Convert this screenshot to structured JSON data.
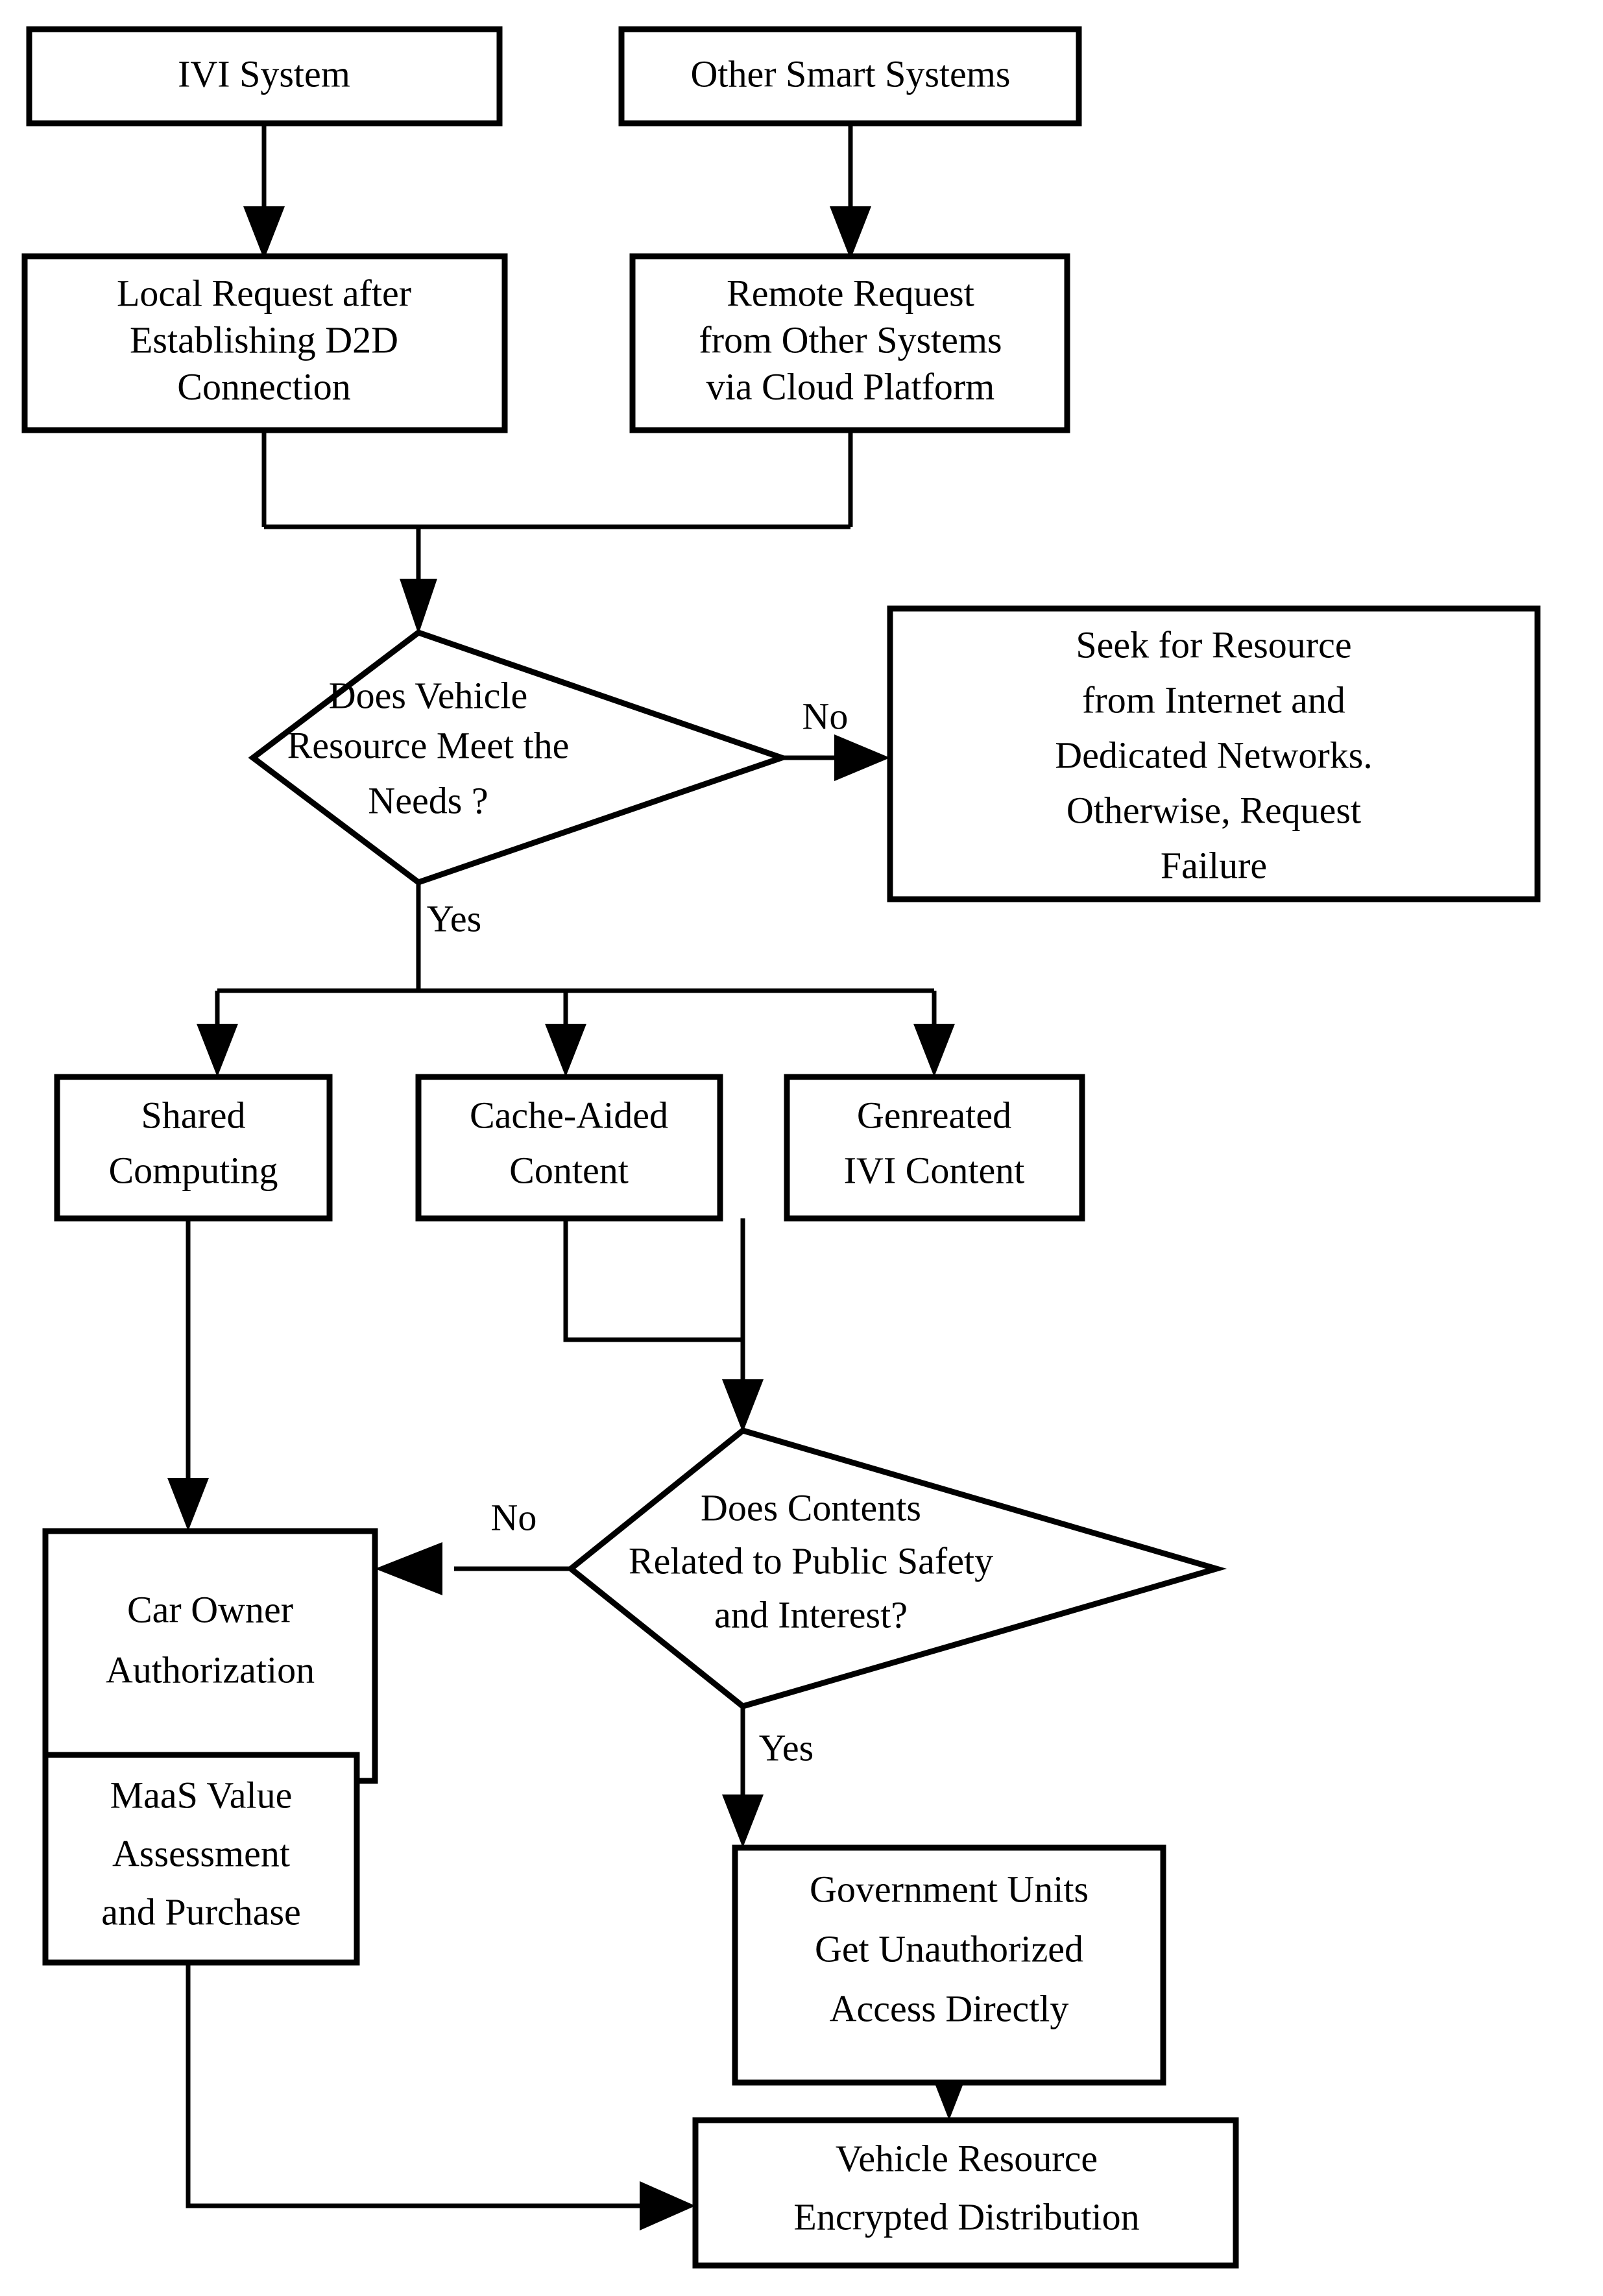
{
  "diagram": {
    "type": "flowchart",
    "title": "",
    "orientation": "top-to-bottom",
    "background_color": "#ffffff",
    "line_color": "#000000",
    "node_fill": "#ffffff",
    "nodes": [
      {
        "id": "ivi_system",
        "shape": "rectangle",
        "lines": [
          "IVI System"
        ]
      },
      {
        "id": "other_smart_systems",
        "shape": "rectangle",
        "lines": [
          "Other Smart Systems"
        ]
      },
      {
        "id": "local_request",
        "shape": "rectangle",
        "lines": [
          "Local Request after",
          "Establishing D2D",
          "Connection"
        ]
      },
      {
        "id": "remote_request",
        "shape": "rectangle",
        "lines": [
          "Remote Request",
          "from Other Systems",
          "via Cloud Platform"
        ]
      },
      {
        "id": "vehicle_resource_q",
        "shape": "diamond",
        "lines": [
          "Does Vehicle",
          "Resource Meet the",
          "Needs ?"
        ]
      },
      {
        "id": "seek_resource",
        "shape": "rectangle",
        "lines": [
          "Seek for Resource",
          "from Internet and",
          "Dedicated Networks.",
          "Otherwise, Request",
          "Failure"
        ]
      },
      {
        "id": "shared_computing",
        "shape": "rectangle",
        "lines": [
          "Shared",
          "Computing"
        ]
      },
      {
        "id": "cache_aided_content",
        "shape": "rectangle",
        "lines": [
          "Cache-Aided",
          "Content"
        ]
      },
      {
        "id": "generated_ivi_content",
        "shape": "rectangle",
        "lines": [
          "Genreated",
          "IVI Content"
        ]
      },
      {
        "id": "public_safety_q",
        "shape": "diamond",
        "lines": [
          "Does Contents",
          "Related to Public Safety",
          "and Interest?"
        ]
      },
      {
        "id": "car_owner_auth",
        "shape": "rectangle",
        "lines": [
          "Car Owner",
          "Authorization"
        ]
      },
      {
        "id": "maas_value",
        "shape": "rectangle",
        "lines": [
          "MaaS Value",
          "Assessment",
          "and Purchase"
        ]
      },
      {
        "id": "government_units",
        "shape": "rectangle",
        "lines": [
          "Government Units",
          "Get Unauthorized",
          "Access Directly"
        ]
      },
      {
        "id": "encrypted_distribution",
        "shape": "rectangle",
        "lines": [
          "Vehicle Resource",
          "Encrypted Distribution"
        ]
      }
    ],
    "edge_labels": {
      "resource_no": "No",
      "resource_yes": "Yes",
      "safety_no": "No",
      "safety_yes": "Yes"
    },
    "edges": [
      {
        "from": "ivi_system",
        "to": "local_request",
        "label": ""
      },
      {
        "from": "other_smart_systems",
        "to": "remote_request",
        "label": ""
      },
      {
        "from": "local_request",
        "to": "vehicle_resource_q",
        "label": ""
      },
      {
        "from": "remote_request",
        "to": "vehicle_resource_q",
        "label": ""
      },
      {
        "from": "vehicle_resource_q",
        "to": "seek_resource",
        "label": "No"
      },
      {
        "from": "vehicle_resource_q",
        "to": "shared_computing",
        "label": "Yes"
      },
      {
        "from": "vehicle_resource_q",
        "to": "cache_aided_content",
        "label": "Yes"
      },
      {
        "from": "vehicle_resource_q",
        "to": "generated_ivi_content",
        "label": "Yes"
      },
      {
        "from": "shared_computing",
        "to": "car_owner_auth",
        "label": ""
      },
      {
        "from": "cache_aided_content",
        "to": "public_safety_q",
        "label": ""
      },
      {
        "from": "generated_ivi_content",
        "to": "public_safety_q",
        "label": ""
      },
      {
        "from": "public_safety_q",
        "to": "car_owner_auth",
        "label": "No"
      },
      {
        "from": "public_safety_q",
        "to": "government_units",
        "label": "Yes"
      },
      {
        "from": "car_owner_auth",
        "to": "maas_value",
        "label": ""
      },
      {
        "from": "maas_value",
        "to": "encrypted_distribution",
        "label": ""
      },
      {
        "from": "government_units",
        "to": "encrypted_distribution",
        "label": ""
      }
    ]
  }
}
